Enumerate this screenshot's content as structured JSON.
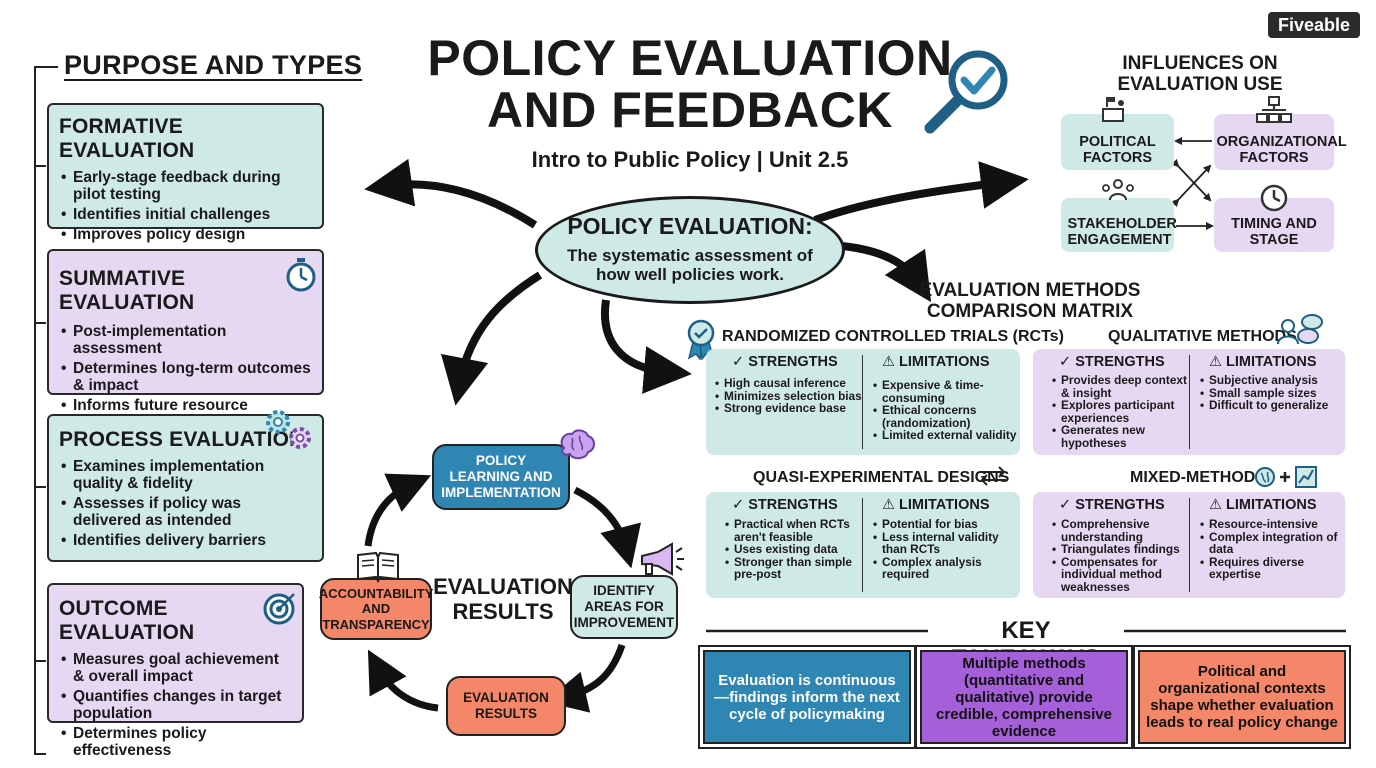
{
  "logo": "Fiveable",
  "header": {
    "title_line1": "POLICY EVALUATION",
    "title_line2": "AND FEEDBACK",
    "subtitle": "Intro to Public Policy | Unit 2.5"
  },
  "center": {
    "heading": "POLICY EVALUATION:",
    "definition": "The systematic assessment of how well policies work."
  },
  "purpose": {
    "heading": "PURPOSE AND TYPES",
    "types": [
      {
        "title": "FORMATIVE EVALUATION",
        "bullets": [
          "Early-stage feedback during pilot testing",
          "Identifies initial challenges",
          "Improves policy design"
        ]
      },
      {
        "title": "SUMMATIVE EVALUATION",
        "bullets": [
          "Post-implementation assessment",
          "Determines long-term outcomes & impact",
          "Informs future resource allocation"
        ]
      },
      {
        "title": "PROCESS EVALUATION",
        "bullets": [
          "Examines implementation quality & fidelity",
          "Assesses if policy was delivered as intended",
          "Identifies delivery barriers"
        ]
      },
      {
        "title": "OUTCOME EVALUATION",
        "bullets": [
          "Measures goal achievement & overall impact",
          "Quantifies changes in target population",
          "Determines policy effectiveness"
        ]
      }
    ]
  },
  "influences": {
    "heading_line1": "INFLUENCES ON",
    "heading_line2": "EVALUATION USE",
    "factors": [
      "POLITICAL FACTORS",
      "ORGANIZATIONAL FACTORS",
      "STAKEHOLDER ENGAGEMENT",
      "TIMING AND STAGE"
    ]
  },
  "cycle": {
    "center_line1": "EVALUATION",
    "center_line2": "RESULTS",
    "nodes": [
      "POLICY LEARNING AND IMPLEMENTATION",
      "IDENTIFY AREAS FOR IMPROVEMENT",
      "EVALUATION RESULTS",
      "ACCOUNTABILITY AND TRANSPARENCY"
    ]
  },
  "matrix": {
    "heading_line1": "EVALUATION METHODS",
    "heading_line2": "COMPARISON MATRIX",
    "strengths_label": "STRENGTHS",
    "limitations_label": "LIMITATIONS",
    "methods": [
      {
        "title": "RANDOMIZED CONTROLLED TRIALS (RCTs)",
        "strengths": [
          "High causal inference",
          "Minimizes selection bias",
          "Strong evidence base"
        ],
        "limitations": [
          "Expensive & time-consuming",
          "Ethical concerns (randomization)",
          "Limited external validity"
        ]
      },
      {
        "title": "QUALITATIVE METHODS",
        "strengths": [
          "Provides deep context & insight",
          "Explores participant experiences",
          "Generates new hypotheses"
        ],
        "limitations": [
          "Subjective analysis",
          "Small sample sizes",
          "Difficult to generalize"
        ]
      },
      {
        "title": "QUASI-EXPERIMENTAL DESIGNS",
        "strengths": [
          "Practical when RCTs aren't feasible",
          "Uses existing data",
          "Stronger than simple pre-post"
        ],
        "limitations": [
          "Potential for bias",
          "Less internal validity than RCTs",
          "Complex analysis required"
        ]
      },
      {
        "title": "MIXED-METHODS",
        "strengths": [
          "Comprehensive understanding",
          "Triangulates findings",
          "Compensates for individual method weaknesses"
        ],
        "limitations": [
          "Resource-intensive",
          "Complex integration of data",
          "Requires diverse expertise"
        ]
      }
    ]
  },
  "takeaways": {
    "heading": "KEY TAKEAWAYS",
    "items": [
      "Evaluation is continuous—findings inform the next cycle of policymaking",
      "Multiple methods (quantitative and qualitative) provide credible, comprehensive evidence",
      "Political and organizational contexts shape whether evaluation leads to real policy change"
    ]
  },
  "colors": {
    "teal": "#cfe9e6",
    "lavender": "#e6d8f2",
    "blue": "#2f86b3",
    "orange": "#f4866a",
    "purple": "#a55fd8"
  }
}
